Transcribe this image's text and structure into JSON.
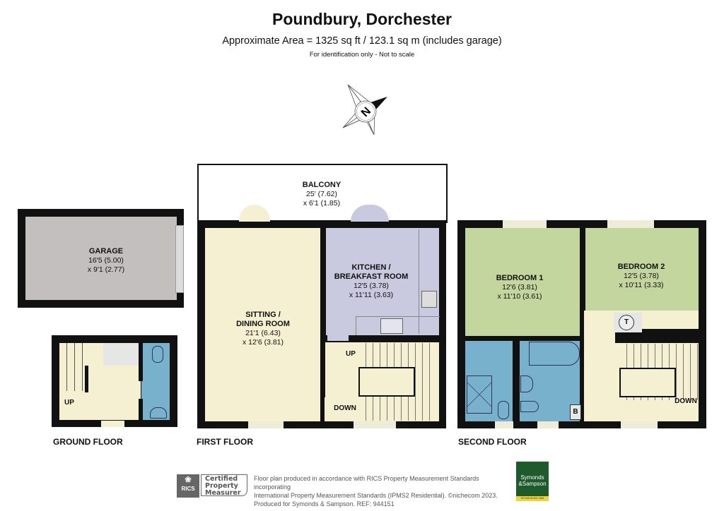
{
  "header": {
    "title": "Poundbury, Dorchester",
    "area": "Approximate Area = 1325 sq ft / 123.1 sq m (includes garage)",
    "note": "For identification only - Not to scale"
  },
  "compass": {
    "icon": "compass-north-icon",
    "letter": "N"
  },
  "floors": {
    "ground": {
      "label": "GROUND FLOOR",
      "stair_label": "UP"
    },
    "first": {
      "label": "FIRST FLOOR",
      "stair_up": "UP",
      "stair_down": "DOWN"
    },
    "second": {
      "label": "SECOND FLOOR",
      "stair_down": "DOWN",
      "cupboard_t": "T",
      "cupboard_b": "B"
    }
  },
  "rooms": {
    "garage": {
      "name": "GARAGE",
      "dim1": "16'5 (5.00)",
      "dim2": "x 9'1 (2.77)"
    },
    "balcony": {
      "name": "BALCONY",
      "dim1": "25' (7.62)",
      "dim2": "x 6'1 (1.85)"
    },
    "kitchen": {
      "name1": "KITCHEN /",
      "name2": "BREAKFAST ROOM",
      "dim1": "12'5 (3.78)",
      "dim2": "x 11'11 (3.63)"
    },
    "sitting": {
      "name1": "SITTING /",
      "name2": "DINING ROOM",
      "dim1": "21'1 (6.43)",
      "dim2": "x 12'6 (3.81)"
    },
    "bedroom1": {
      "name": "BEDROOM 1",
      "dim1": "12'6 (3.81)",
      "dim2": "x 11'10 (3.61)"
    },
    "bedroom2": {
      "name": "BEDROOM 2",
      "dim1": "12'5 (3.78)",
      "dim2": "x 10'11 (3.33)"
    }
  },
  "footer": {
    "rics": {
      "badge": "RICS",
      "line1": "Certified",
      "line2": "Property",
      "line3": "Measurer"
    },
    "text1": "Floor plan produced in accordance with RICS Property Measurement Standards incorporating",
    "text2": "International Property Measurement Standards (IPMS2 Residential).   ©nichecom 2023.",
    "text3": "Produced for Symonds & Sampson.   REF:  944151",
    "agent": {
      "line1": "Symonds",
      "line2": "&Sampson",
      "tagline": "ESTABLISHED 1858",
      "color": "#1e5a2b",
      "accent": "#f2d43a"
    }
  },
  "colors": {
    "beige": "#f6f0d3",
    "lavender": "#c9cadf",
    "green": "#c3d69e",
    "blue": "#77b1cb",
    "grey": "#c3bfbf",
    "wall": "#111111"
  }
}
